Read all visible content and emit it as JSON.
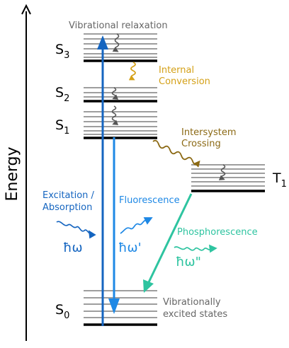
{
  "axis": {
    "label": "Energy"
  },
  "states": {
    "s3": {
      "name": "S",
      "sub": "3"
    },
    "s2": {
      "name": "S",
      "sub": "2"
    },
    "s1": {
      "name": "S",
      "sub": "1"
    },
    "s0": {
      "name": "S",
      "sub": "0"
    },
    "t1": {
      "name": "T",
      "sub": "1"
    }
  },
  "labels": {
    "vibrational_relaxation": "Vibrational relaxation",
    "internal_conversion_1": "Internal",
    "internal_conversion_2": "Conversion",
    "isc_1": "Intersystem",
    "isc_2": "Crossing",
    "absorption_1": "Excitation /",
    "absorption_2": "Absorption",
    "fluorescence": "Fluorescence",
    "phosphorescence": "Phosphorescence",
    "hw_abs": "ħω",
    "hw_fluor": "ħω'",
    "hw_phos": "ħω\"",
    "vib_excited_1": "Vibrationally",
    "vib_excited_2": "excited states"
  },
  "colors": {
    "absorption": "#1565c0",
    "fluorescence": "#1e88e5",
    "phosphorescence": "#2ec4a0",
    "internal_conversion": "#d4a017",
    "intersystem_crossing": "#8b6914",
    "relaxation": "#555555",
    "level": "#000000",
    "sublevel": "#9e9e9e",
    "annotation": "#666666"
  },
  "icons": [
    "up-arrow-icon",
    "wavy-arrow-icon",
    "photon-wave-icon"
  ]
}
